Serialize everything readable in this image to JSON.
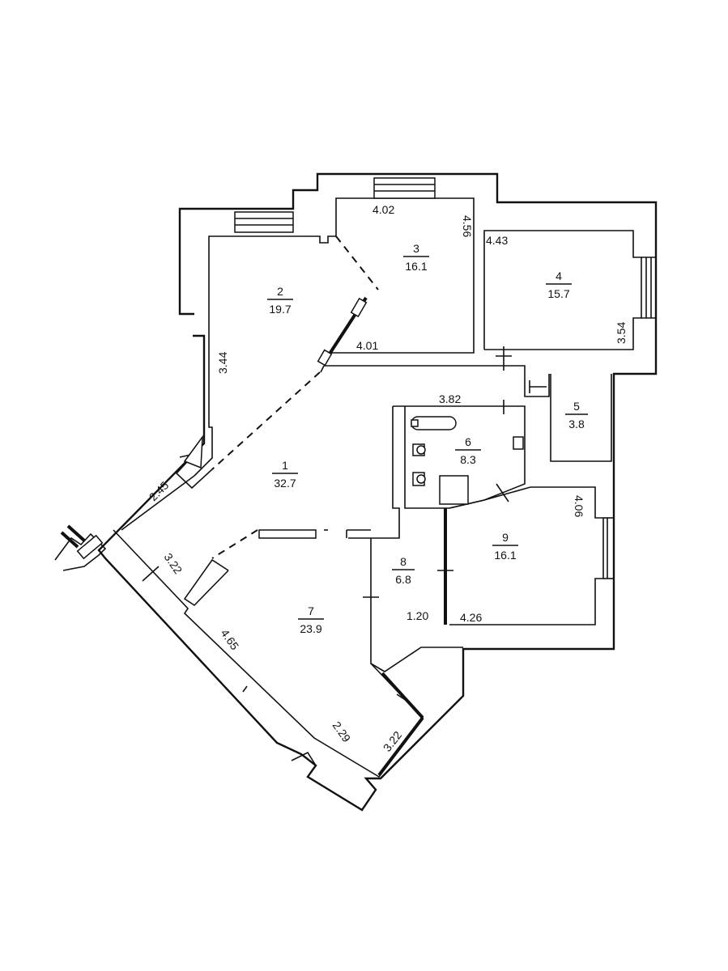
{
  "rooms": [
    {
      "number": "1",
      "area": "32.7"
    },
    {
      "number": "2",
      "area": "19.7"
    },
    {
      "number": "3",
      "area": "16.1"
    },
    {
      "number": "4",
      "area": "15.7"
    },
    {
      "number": "5",
      "area": "3.8"
    },
    {
      "number": "6",
      "area": "8.3"
    },
    {
      "number": "7",
      "area": "23.9"
    },
    {
      "number": "8",
      "area": "6.8"
    },
    {
      "number": "9",
      "area": "16.1"
    }
  ],
  "dimensions": {
    "room3_width": "4.02",
    "room3_height": "4.56",
    "room2_bottom": "4.01",
    "room2_height": "3.44",
    "room4_width": "4.43",
    "room4_height": "3.54",
    "room6_width": "3.82",
    "room9_height": "4.06",
    "room9_width": "4.26",
    "room8_width": "1.20",
    "corridor_width": "2.45",
    "room7_left": "3.22",
    "room7_diag": "4.65",
    "room7_bottom": "2.29",
    "room7_right": "3.22"
  }
}
